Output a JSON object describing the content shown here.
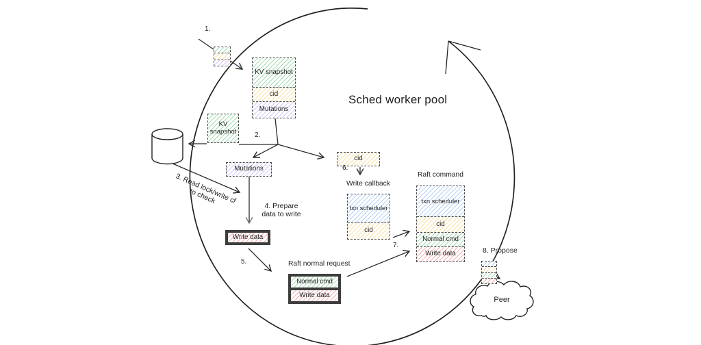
{
  "diagram": {
    "title": "Sched worker pool",
    "steps": {
      "s1": "1.",
      "s2": "2.",
      "s3": "3. Read lock/write cf\nto check",
      "s4": "4. Prepare\ndata to write",
      "s5": "5.",
      "s6": "6.",
      "s7": "7.",
      "s8": "8. Propose"
    },
    "colors": {
      "green": "#d9efd9",
      "yellow": "#fdf3d7",
      "purple": "#e8e2f7",
      "blue": "#dde8f8",
      "red": "#fbdcdc",
      "ink": "#222222"
    },
    "shapes": {
      "database": "cylinder",
      "peer_cloud": "cloud",
      "worker_pool_loop": "circular-arrow"
    },
    "nodes": {
      "snapshot_stack": {
        "segments": [
          {
            "label": "KV snapshot",
            "color": "#d9efd9"
          },
          {
            "label": "cid",
            "color": "#fdf3d7"
          },
          {
            "label": "Mutations",
            "color": "#e8e2f7"
          }
        ]
      },
      "kv_snapshot": {
        "label": "KV snapshot",
        "color": "#d9efd9"
      },
      "mutations": {
        "label": "Mutations",
        "color": "#e8e2f7"
      },
      "cid": {
        "label": "cid",
        "color": "#fdf3d7"
      },
      "write_data": {
        "label": "Write data",
        "color": "#fbdcdc"
      },
      "write_callback": {
        "title": "Write callback",
        "segments": [
          {
            "label": "txn scheduler",
            "color": "#dde8f8"
          },
          {
            "label": "cid",
            "color": "#fdf3d7"
          }
        ]
      },
      "raft_normal_request": {
        "title": "Raft normal request",
        "segments": [
          {
            "label": "Normal cmd",
            "color": "#ddeee4"
          },
          {
            "label": "Write data",
            "color": "#fbdcdc"
          }
        ]
      },
      "raft_command": {
        "title": "Raft command",
        "segments": [
          {
            "label": "txn scheduler",
            "color": "#dde8f8"
          },
          {
            "label": "cid",
            "color": "#fdf3d7"
          },
          {
            "label": "Normal cmd",
            "color": "#ddeee4"
          },
          {
            "label": "Write data",
            "color": "#fbdcdc"
          }
        ]
      },
      "peer": {
        "label": "Peer"
      }
    }
  }
}
